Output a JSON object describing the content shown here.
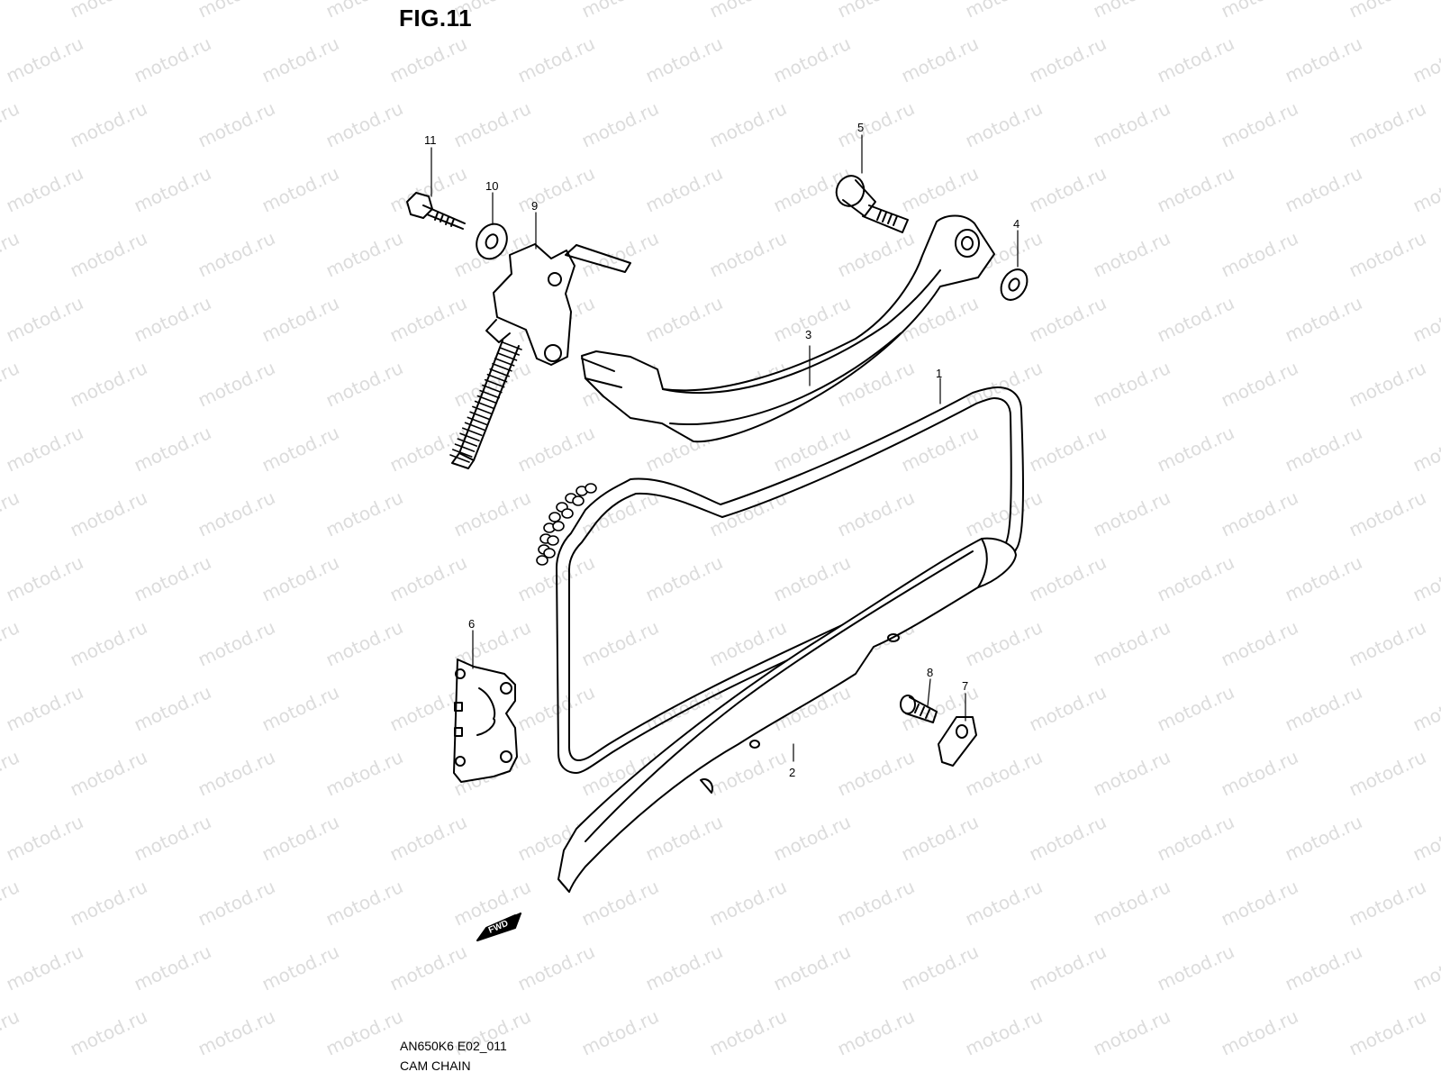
{
  "figure": {
    "title": "FIG.11"
  },
  "footer": {
    "model_code": "AN650K6 E02_011",
    "group_name": "CAM CHAIN"
  },
  "watermark": {
    "text": "motod.ru",
    "color": "#dcdcdc"
  },
  "fwd_arrow": {
    "label": "FWD"
  },
  "callouts": [
    {
      "id": "1",
      "part": "cam-chain"
    },
    {
      "id": "2",
      "part": "cam-chain-guide-lower"
    },
    {
      "id": "3",
      "part": "cam-chain-tensioner-arm"
    },
    {
      "id": "4",
      "part": "washer-right"
    },
    {
      "id": "5",
      "part": "pivot-bolt"
    },
    {
      "id": "6",
      "part": "cam-chain-guide-upper"
    },
    {
      "id": "7",
      "part": "guide-retainer"
    },
    {
      "id": "8",
      "part": "screw"
    },
    {
      "id": "9",
      "part": "cam-chain-tensioner-adjuster"
    },
    {
      "id": "10",
      "part": "washer-left"
    },
    {
      "id": "11",
      "part": "tensioner-bolt"
    }
  ],
  "colors": {
    "line": "#000000",
    "background": "#ffffff"
  }
}
